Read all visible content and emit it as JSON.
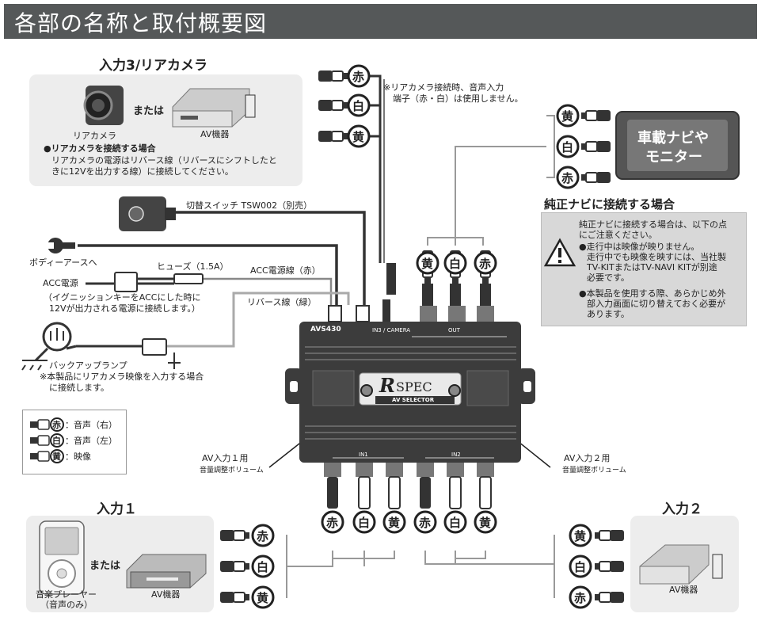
{
  "header": {
    "title": "各部の名称と取付概要図"
  },
  "input3": {
    "title": "入力3/リアカメラ",
    "or_label": "または",
    "camera_label": "リアカメラ",
    "av_label": "AV機器",
    "note_title": "●リアカメラを接続する場合",
    "note_line1": "リアカメラの電源はリバース線（リバースにシフトしたと",
    "note_line2": "きに12Vを出力する線）に接続してください。"
  },
  "rear_note": {
    "line1": "※リアカメラ接続時、音声入力",
    "line2": "端子（赤・白）は使用しません。"
  },
  "switch_label": "切替スイッチ TSW002（別売）",
  "body_earth": "ボディーアースへ",
  "fuse_label": "ヒューズ（1.5A）",
  "acc_wire": "ACC電源線（赤）",
  "acc_power": "ACC電源",
  "acc_note_line1": "（イグニッションキーをACCにした時に",
  "acc_note_line2": "12Vが出力される電源に接続します。）",
  "reverse_wire": "リバース線（緑）",
  "backup_lamp": "バックアップランプ",
  "backup_note_line1": "※本製品にリアカメラ映像を入力する場合",
  "backup_note_line2": "に接続します。",
  "monitor": {
    "line1": "車載ナビや",
    "line2": "モニター"
  },
  "genuine": {
    "title": "純正ナビに接続する場合",
    "intro1": "純正ナビに接続する場合は、以下の点",
    "intro2": "にご注意ください。",
    "b1_1": "●走行中は映像が映りません。",
    "b1_2": "走行中でも映像を映すには、当社製",
    "b1_3": "TV-KITまたはTV-NAVI KITが別途",
    "b1_4": "必要です。",
    "b2_1": "●本製品を使用する際、あらかじめ外",
    "b2_2": "部入力画面に切り替えておく必要が",
    "b2_3": "あります。"
  },
  "device": {
    "model": "AVS430",
    "in3_label": "IN3 / CAMERA",
    "out_label": "OUT",
    "in1_label": "IN1",
    "in2_label": "IN2",
    "logo_r": "R",
    "logo_spec": "SPEC",
    "logo_sub": "AV SELECTOR"
  },
  "vol1": {
    "line1": "AV入力１用",
    "line2": "音量調整ボリューム"
  },
  "vol2": {
    "line1": "AV入力２用",
    "line2": "音量調整ボリューム"
  },
  "legend": {
    "red": "赤",
    "red_desc": "：音声（右）",
    "white": "白",
    "white_desc": "：音声（左）",
    "yellow": "黄",
    "yellow_desc": "：映像"
  },
  "input1": {
    "title": "入力１",
    "or_label": "または",
    "player_line1": "音楽プレーヤー",
    "player_line2": "（音声のみ）",
    "av_label": "AV機器"
  },
  "input2": {
    "title": "入力２",
    "av_label": "AV機器"
  },
  "plug_labels": {
    "red": "赤",
    "white": "白",
    "yellow": "黄"
  }
}
